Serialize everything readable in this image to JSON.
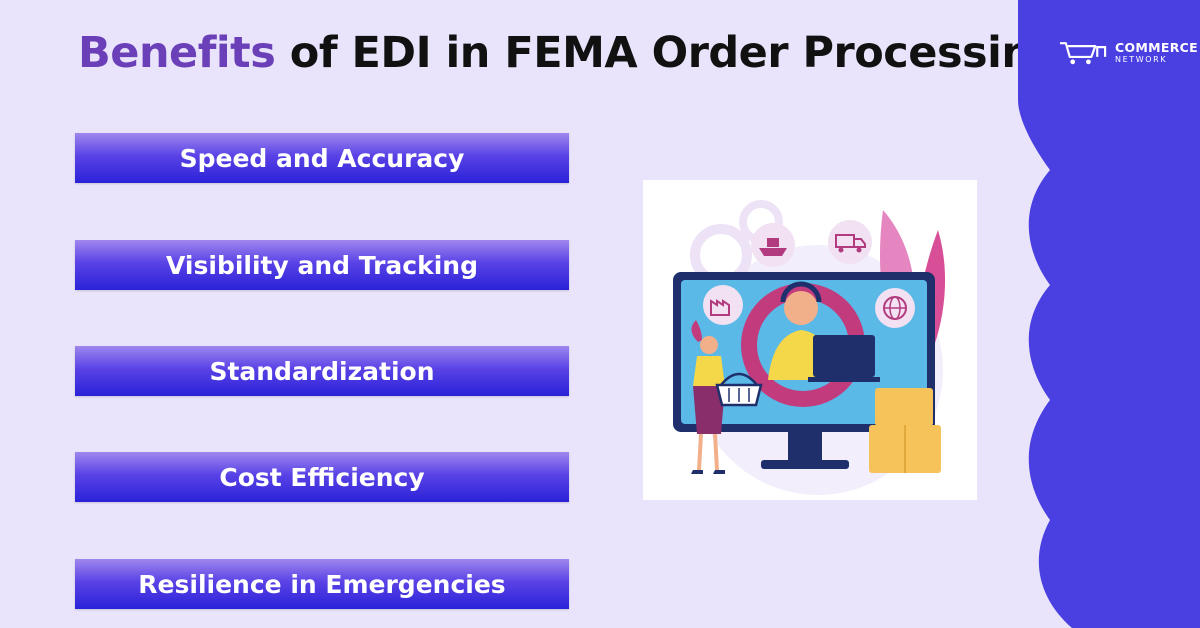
{
  "title": {
    "accent": "Benefits",
    "rest": " of EDI in FEMA Order Processing"
  },
  "benefits": [
    "Speed and Accuracy",
    "Visibility and Tracking",
    "Standardization",
    "Cost Efficiency",
    "Resilience in Emergencies"
  ],
  "brand": {
    "name": "COMMERCE",
    "tagline": "NETWORK",
    "color": "#4a3fe0"
  },
  "colors": {
    "background": "#e9e4fb",
    "title_accent": "#6a3fb8",
    "button_top": "#9f86ee",
    "button_bottom": "#2a22d8"
  },
  "illustration": {
    "icons": [
      "ship-icon",
      "truck-icon",
      "factory-icon",
      "globe-icon",
      "basket-icon",
      "headset-icon"
    ]
  }
}
